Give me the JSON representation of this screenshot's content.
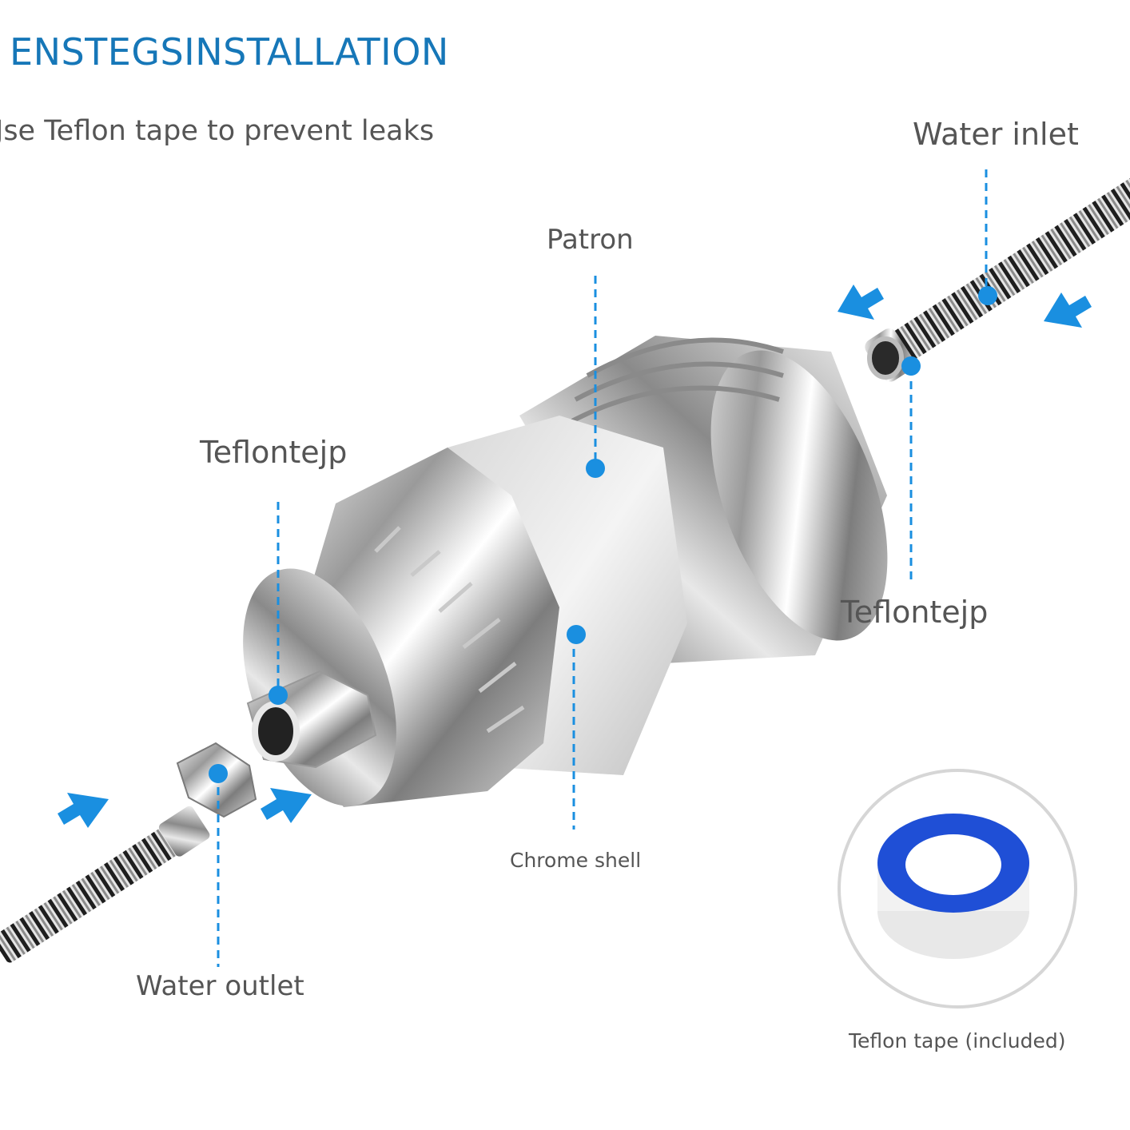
{
  "header": {
    "title": "ENSTEGSINSTALLATION",
    "subtitle": "Jse Teflon tape to prevent leaks"
  },
  "callouts": {
    "water_inlet": "Water inlet",
    "patron": "Patron",
    "teflon_left": "Teflontejp",
    "teflon_right": "Teflontejp",
    "chrome_shell": "Chrome shell",
    "water_outlet": "Water outlet",
    "teflon_included": "Teflon tape (included)"
  },
  "colors": {
    "accent": "#1677b8",
    "marker": "#1a8fe0",
    "tape_ring": "#1f4fd6"
  }
}
